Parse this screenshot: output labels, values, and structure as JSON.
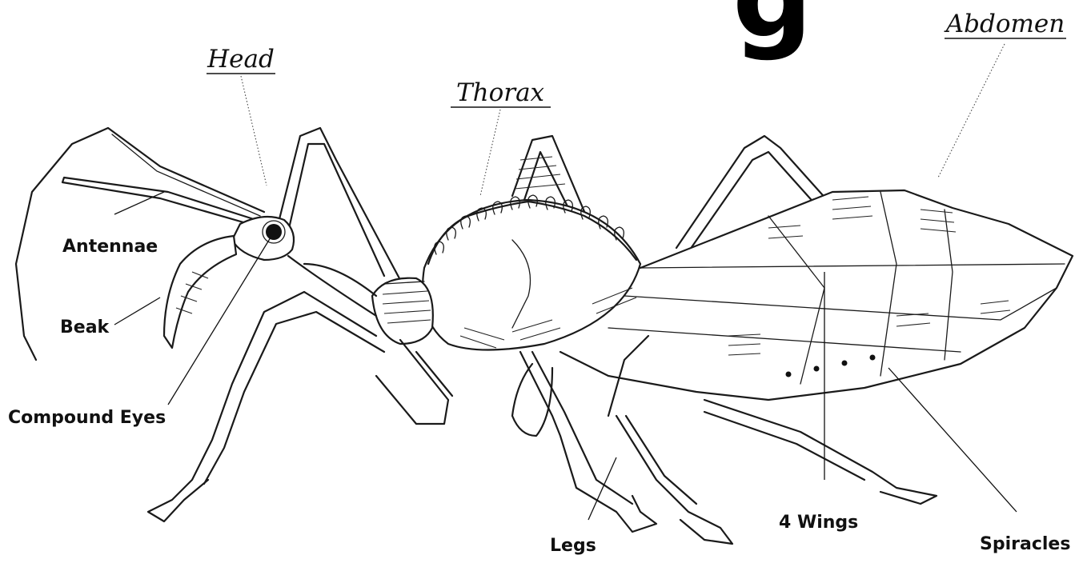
{
  "title_fragment": "g",
  "part_labels": {
    "head": "Head",
    "thorax": "Thorax",
    "abdomen": "Abdomen"
  },
  "feature_labels": {
    "antennae": "Antennae",
    "beak": "Beak",
    "compound_eyes": "Compound Eyes",
    "legs": "Legs",
    "wings": "4 Wings",
    "spiracles": "Spiracles"
  }
}
